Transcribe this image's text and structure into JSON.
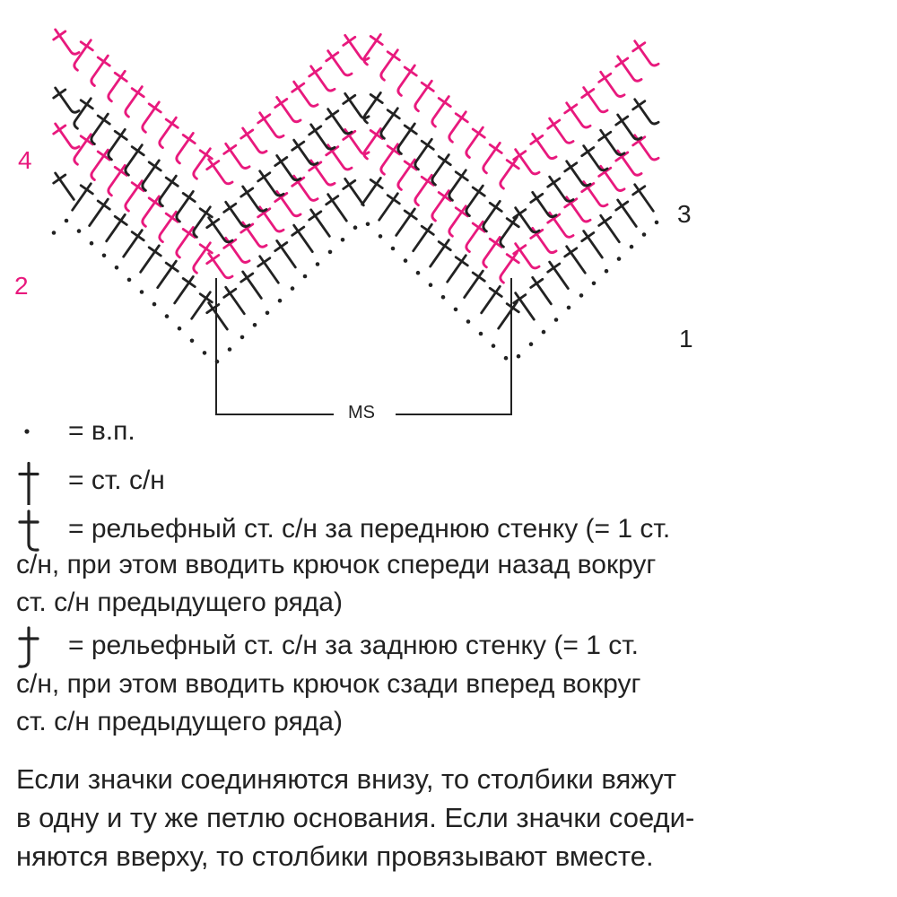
{
  "diagram": {
    "row_labels": [
      {
        "text": "4",
        "color": "#e8197d"
      },
      {
        "text": "2",
        "color": "#e8197d"
      },
      {
        "text": "3",
        "color": "#222222"
      },
      {
        "text": "1",
        "color": "#222222"
      }
    ],
    "repeat_label": "MS",
    "colors": {
      "pink": "#e8197d",
      "dark": "#222222"
    }
  },
  "legend": {
    "items": [
      {
        "symbol": "chain-dot-icon",
        "text": "= в.п.",
        "continuation": []
      },
      {
        "symbol": "double-crochet-icon",
        "text": "= ст. с/н",
        "continuation": []
      },
      {
        "symbol": "front-post-dc-icon",
        "text": "= рельефный ст. с/н за переднюю стенку (= 1 ст.",
        "continuation": [
          "с/н, при этом вводить крючок спереди назад вокруг",
          "ст. с/н предыдущего ряда)"
        ]
      },
      {
        "symbol": "back-post-dc-icon",
        "text": "= рельефный ст. с/н за заднюю стенку (= 1 ст.",
        "continuation": [
          "с/н, при этом вводить крючок сзади вперед вокруг",
          "ст. с/н предыдущего ряда)"
        ]
      }
    ]
  },
  "note": {
    "lines": [
      "Если значки соединяются внизу, то столбики вяжут",
      "в одну и ту же петлю основания. Если значки соеди-",
      "няются вверху, то столбики провязывают вместе."
    ]
  }
}
